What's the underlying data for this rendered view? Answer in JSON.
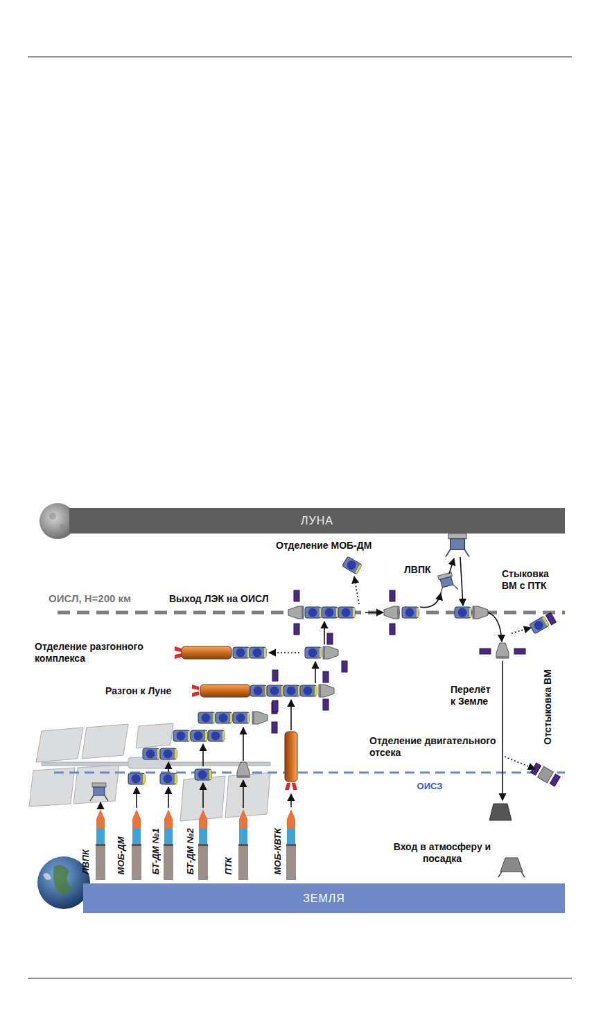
{
  "diagram": {
    "nodes": [
      {
        "text": [
          "ЛУНА"
        ]
      },
      {
        "text": [
          "ЗЕМЛЯ"
        ]
      }
    ],
    "labels": [
      "Отделение МОБ-ДМ",
      "ЛВПК",
      "Стыковка ВМ с ПТК",
      "ОИСЛ, H=200 км",
      "Выход ЛЭК на ОИСЛ",
      "Отделение разгонного комплекса",
      "Разгон к Луне",
      "Перелёт к Земле",
      "Отстыковка ВМ",
      "Отделение двигательного отсека",
      "ОИСЗ",
      "Вход в атмосферу и посадка",
      "ЛВПК",
      "МОБ-ДМ",
      "БТ-ДМ №1",
      "БТ-ДМ №2",
      "ПТК",
      "МОБ-КВТК"
    ]
  }
}
